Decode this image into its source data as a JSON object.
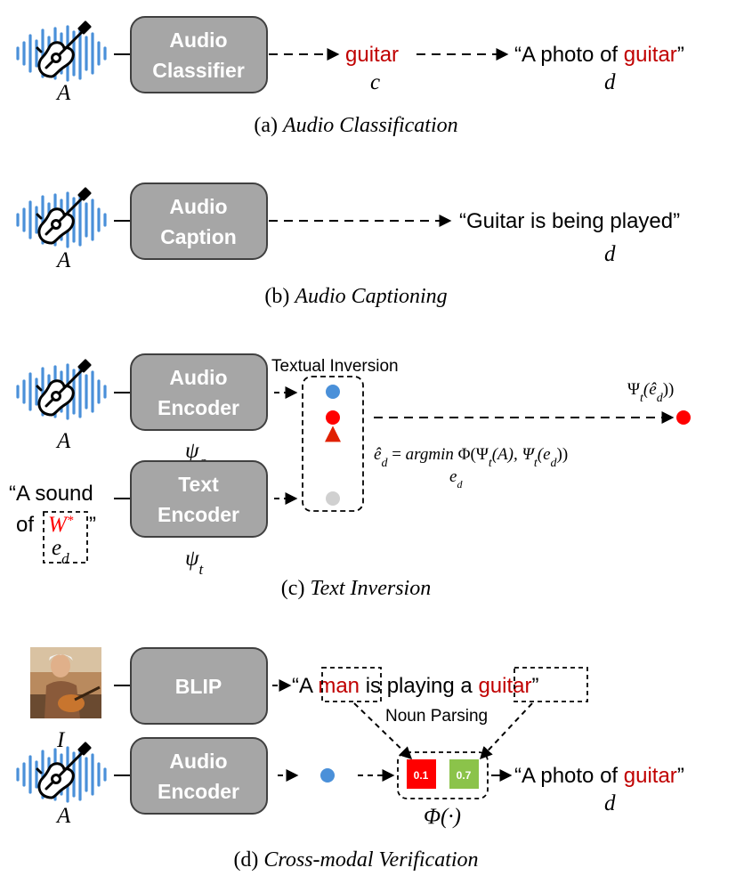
{
  "colors": {
    "box_fill": "#a6a6a6",
    "box_stroke": "#404040",
    "accent_red": "#c00000",
    "waveform_blue": "#4a90d9",
    "dot_blue": "#4a90d9",
    "dot_red": "#ff0000",
    "dot_gray": "#d0d0d0",
    "score_red": "#ff0000",
    "score_green": "#8bc34a"
  },
  "icons": {
    "audio_waveform": "guitar-waveform-icon",
    "person_photo": "man-playing-guitar-photo"
  },
  "panel_a": {
    "input_var": "A",
    "box_label_1": "Audio",
    "box_label_2": "Classifier",
    "class_word": "guitar",
    "class_var": "c",
    "prompt_open": "“A photo of ",
    "prompt_word": "guitar",
    "prompt_close": "”",
    "prompt_var": "d",
    "caption_prefix": "(a) ",
    "caption_title": "Audio Classification"
  },
  "panel_b": {
    "input_var": "A",
    "box_label_1": "Audio",
    "box_label_2": "Caption",
    "output_text": "“Guitar is being played”",
    "output_var": "d",
    "caption_prefix": "(b) ",
    "caption_title": "Audio Captioning"
  },
  "panel_c": {
    "input_var": "A",
    "audio_box_1": "Audio",
    "audio_box_2": "Encoder",
    "audio_encoder_var": "ψ",
    "audio_encoder_sub": "a",
    "text_box_1": "Text",
    "text_box_2": "Encoder",
    "text_encoder_var": "ψ",
    "text_encoder_sub": "t",
    "text_prompt_line1": "“A sound",
    "text_prompt_of": "of",
    "text_prompt_token": "W",
    "text_prompt_token_sup": "*",
    "text_prompt_close": "”",
    "text_prompt_var": "e",
    "text_prompt_var_sub": "d",
    "inversion_label": "Textual Inversion",
    "target_label": "Ψ",
    "target_label_sub": "t",
    "target_label_arg": "(ê",
    "target_label_arg_sub": "d",
    "target_label_close": "))",
    "formula_lhs": "ê",
    "formula_lhs_sub": "d",
    "formula_eq": " = ",
    "formula_op": "argmin",
    "formula_op_sub": "e",
    "formula_op_sub_sub": "d",
    "formula_rhs": " Φ(Ψ",
    "formula_rhs_sub1": "t",
    "formula_rhs_mid": "(A), Ψ",
    "formula_rhs_sub2": "t",
    "formula_rhs_arg": "(e",
    "formula_rhs_arg_sub": "d",
    "formula_rhs_close": "))",
    "caption_prefix": "(c) ",
    "caption_title": "Text Inversion"
  },
  "panel_d": {
    "image_var": "I",
    "blip_label": "BLIP",
    "blip_output_open": "“A ",
    "noun1": "man",
    "blip_output_mid": " is playing a ",
    "noun2": "guitar",
    "blip_output_close": "”",
    "noun_parsing_label": "Noun Parsing",
    "audio_box_1": "Audio",
    "audio_box_2": "Encoder",
    "input_var": "A",
    "score_1": "0.1",
    "score_2": "0.7",
    "phi_label": "Φ(·)",
    "prompt_open": "“A photo of ",
    "prompt_word": "guitar",
    "prompt_close": "”",
    "prompt_var": "d",
    "caption_prefix": "(d) ",
    "caption_title": "Cross-modal Verification"
  }
}
